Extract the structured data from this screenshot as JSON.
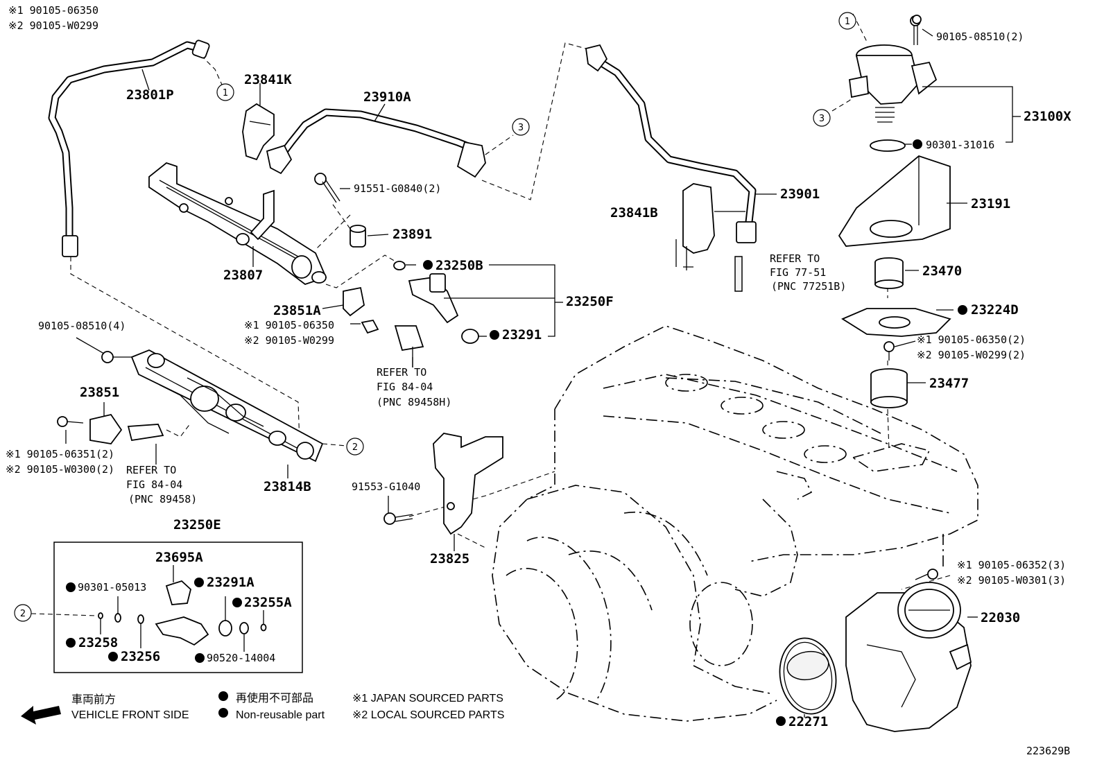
{
  "parts": {
    "p23801P": "23801P",
    "p23841K": "23841K",
    "p23910A": "23910A",
    "p23807": "23807",
    "p91551": "91551-G0840(2)",
    "p23891": "23891",
    "p23250B": "23250B",
    "p23250F": "23250F",
    "p23291": "23291",
    "p23851A": "23851A",
    "p23851": "23851",
    "p23814B": "23814B",
    "p90105_08510_4": "90105-08510(4)",
    "p90105_08510_2": "90105-08510(2)",
    "p23100X": "23100X",
    "p90301_31016": "90301-31016",
    "p23191": "23191",
    "p23470": "23470",
    "p23224D": "23224D",
    "p23477": "23477",
    "p23841B": "23841B",
    "p23901": "23901",
    "p91553": "91553-G1040",
    "p23825": "23825",
    "p22030": "22030",
    "p22271": "22271",
    "p23250E": "23250E",
    "p23695A": "23695A",
    "p90301_05013": "90301-05013",
    "p23291A": "23291A",
    "p23255A": "23255A",
    "p23258": "23258",
    "p23256": "23256",
    "p90520_14004": "90520-14004",
    "diagram_id": "223629B"
  },
  "alt_parts": {
    "topleft_1": "※1 90105-06350",
    "topleft_2": "※2 90105-W0299",
    "mid_1": "※1 90105-06350",
    "mid_2": "※2 90105-W0299",
    "left_1": "※1 90105-06351(2)",
    "left_2": "※2 90105-W0300(2)",
    "right_1": "※1 90105-06350(2)",
    "right_2": "※2 90105-W0299(2)",
    "tb_1": "※1  90105-06352(3)",
    "tb_2": "※2  90105-W0301(3)"
  },
  "refs": {
    "r1_l1": "REFER TO",
    "r1_l2": "FIG 84-04",
    "r1_l3": "(PNC 89458H)",
    "r2_l1": "REFER TO",
    "r2_l2": "FIG 84-04",
    "r2_l3": "(PNC 89458)",
    "r3_l1": "REFER TO",
    "r3_l2": "FIG 77-51",
    "r3_l3": "(PNC 77251B)"
  },
  "callouts": {
    "c1": "1",
    "c2": "2",
    "c3": "3"
  },
  "legend": {
    "front_jp": "車両前方",
    "front_en": "VEHICLE FRONT SIDE",
    "nonreuse_jp": "再使用不可部品",
    "nonreuse_en": "Non-reusable part",
    "japan": "※1 JAPAN SOURCED PARTS",
    "local": "※2 LOCAL SOURCED PARTS"
  }
}
